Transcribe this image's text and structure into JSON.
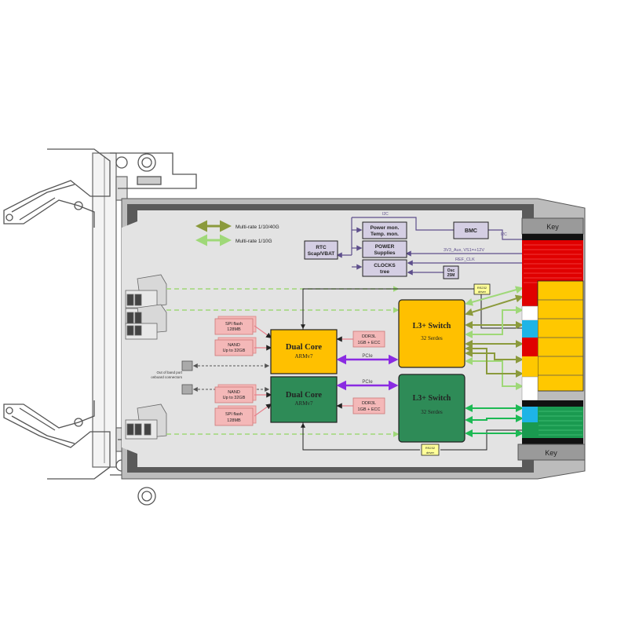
{
  "legend": {
    "multirate_40g": "Multi-rate 1/10/40G",
    "multirate_10g": "Multi-rate 1/10G"
  },
  "blocks": {
    "rtc": [
      "RTC",
      "Scap/VBAT"
    ],
    "power_mon": [
      "Power mon.",
      "Temp. mon."
    ],
    "power_supplies": [
      "POWER",
      "Supplies"
    ],
    "clocks": [
      "CLOCKS",
      "tree"
    ],
    "bmc": "BMC",
    "osc": [
      "Osc",
      "25M"
    ],
    "rs232_top": [
      "RS232",
      "driver"
    ],
    "rs232_bottom": [
      "RS232",
      "driver"
    ],
    "cpu_top": {
      "title": "Dual Core",
      "sub": "ARMv7"
    },
    "cpu_bottom": {
      "title": "Dual Core",
      "sub": "ARMv7"
    },
    "switch_top": {
      "title": "L3+ Switch",
      "sub": "32 Serdes"
    },
    "switch_bottom": {
      "title": "L3+ Switch",
      "sub": "32 Serdes"
    },
    "ddr_top": [
      "DDR3L",
      "1GB + ECC"
    ],
    "ddr_bottom": [
      "DDR3L",
      "1GB + ECC"
    ],
    "spi_top": [
      "SPI flash",
      "128MB"
    ],
    "nand_top": [
      "NAND",
      "Up to 32GB"
    ],
    "nand_bottom": [
      "NAND",
      "Up to 32GB"
    ],
    "spi_bottom": [
      "SPI flash",
      "128MB"
    ]
  },
  "signals": {
    "i2c_top": "I2C",
    "i2c_bmc": "I2C",
    "power_rails": "3V3_Aux, VS1=+12V",
    "ref_clk": "REF_CLK",
    "pcie_top": "PCIe",
    "pcie_bottom": "PCIe"
  },
  "oob": [
    "Out of band port",
    "onboard connectors"
  ],
  "connector": {
    "key_top": "Key",
    "key_bottom": "Key"
  },
  "colors": {
    "cpu_yellow": "#FFC000",
    "cpu_green": "#2E8B57",
    "power_box": "#D4CEE3",
    "memory_pink": "#F4B8B8",
    "link_40g": "#8B9A3C",
    "link_10g": "#9FD878",
    "link_green": "#1DB954",
    "pcie": "#8A2BE2",
    "mgmt_line": "#5E4F8C",
    "conn_red": "#E00000",
    "conn_yellow": "#FFC800",
    "conn_cyan": "#1EB4E6",
    "conn_green": "#1A9A50"
  }
}
